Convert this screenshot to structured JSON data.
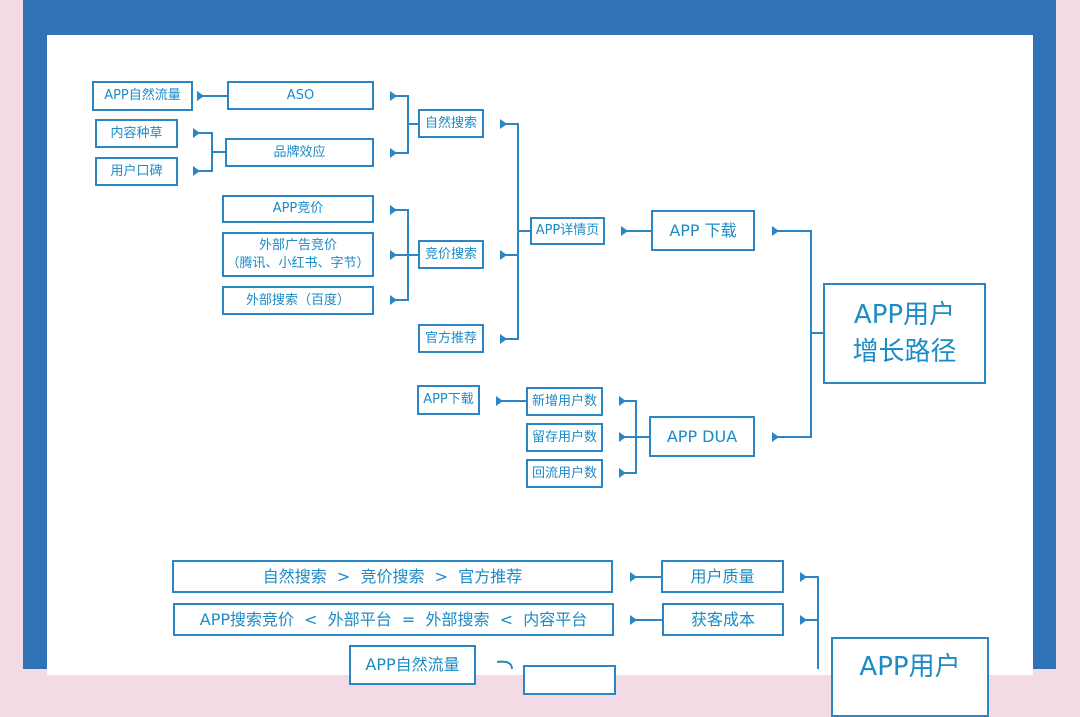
{
  "diagram1": {
    "sources": {
      "app_natural_traffic": "APP自然流量",
      "content_seeding": "内容种草",
      "user_word_of_mouth": "用户口碑"
    },
    "aso": "ASO",
    "brand_effect": "品牌效应",
    "app_bidding": "APP竞价",
    "external_ad_bidding": "外部广告竞价",
    "external_ad_bidding_note": "（腾讯、小红书、字节）",
    "external_search": "外部搜索（百度）",
    "natural_search": "自然搜索",
    "bid_search": "竞价搜索",
    "official_recommend": "官方推荐",
    "app_detail_page": "APP详情页",
    "app_download": "APP 下载",
    "app_download_small": "APP下载",
    "new_users": "新增用户数",
    "retained_users": "留存用户数",
    "returning_users": "回流用户数",
    "app_dua": "APP DUA",
    "growth_path_line1": "APP用户",
    "growth_path_line2": "增长路径"
  },
  "diagram2": {
    "quality_ranking": "自然搜索  >  竞价搜索  >  官方推荐",
    "cost_ranking": "APP搜索竞价  <  外部平台  =  外部搜索  <  内容平台",
    "user_quality": "用户质量",
    "acquisition_cost": "获客成本",
    "app_natural_traffic": "APP自然流量",
    "app_user": "APP用户"
  },
  "colors": {
    "line": "#2a86c4",
    "text": "#1c8bc6",
    "frame": "#2f72b6",
    "background": "#f3dbe6"
  }
}
